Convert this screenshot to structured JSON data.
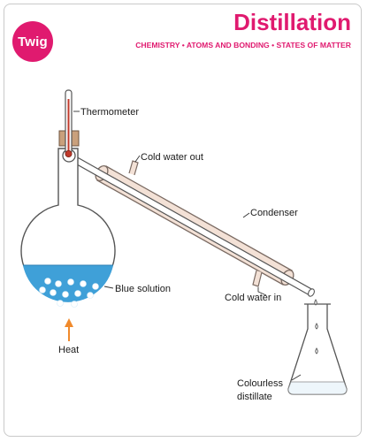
{
  "header": {
    "logo_text": "Twig",
    "title": "Distillation",
    "subtitle": "CHEMISTRY • ATOMS AND BONDING • STATES OF MATTER"
  },
  "labels": {
    "thermometer": "Thermometer",
    "cold_water_out": "Cold water out",
    "condenser": "Condenser",
    "blue_solution": "Blue solution",
    "cold_water_in": "Cold water in",
    "heat": "Heat",
    "colourless_line1": "Colourless",
    "colourless_line2": "distillate"
  },
  "colors": {
    "brand": "#e01a6f",
    "solution": "#3fa0d8",
    "condenser": "#f3e1d6",
    "cork": "#c9a07c",
    "heat_arrow": "#f08a2c",
    "outline": "#555555"
  }
}
